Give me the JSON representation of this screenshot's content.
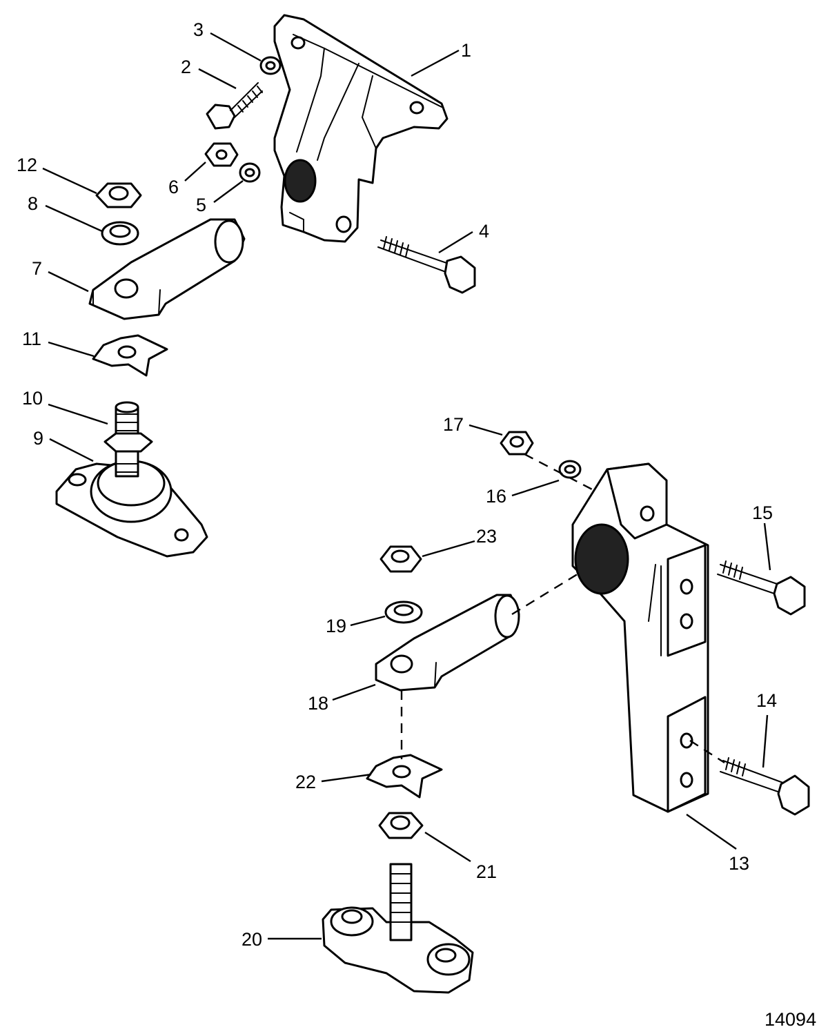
{
  "figure_number": "14094",
  "callouts": [
    {
      "id": "1",
      "label": "1"
    },
    {
      "id": "2",
      "label": "2"
    },
    {
      "id": "3",
      "label": "3"
    },
    {
      "id": "4",
      "label": "4"
    },
    {
      "id": "5",
      "label": "5"
    },
    {
      "id": "6",
      "label": "6"
    },
    {
      "id": "7",
      "label": "7"
    },
    {
      "id": "8",
      "label": "8"
    },
    {
      "id": "9",
      "label": "9"
    },
    {
      "id": "10",
      "label": "10"
    },
    {
      "id": "11",
      "label": "11"
    },
    {
      "id": "12",
      "label": "12"
    },
    {
      "id": "13",
      "label": "13"
    },
    {
      "id": "14",
      "label": "14"
    },
    {
      "id": "15",
      "label": "15"
    },
    {
      "id": "16",
      "label": "16"
    },
    {
      "id": "17",
      "label": "17"
    },
    {
      "id": "18",
      "label": "18"
    },
    {
      "id": "19",
      "label": "19"
    },
    {
      "id": "20",
      "label": "20"
    },
    {
      "id": "21",
      "label": "21"
    },
    {
      "id": "22",
      "label": "22"
    },
    {
      "id": "23",
      "label": "23"
    }
  ]
}
